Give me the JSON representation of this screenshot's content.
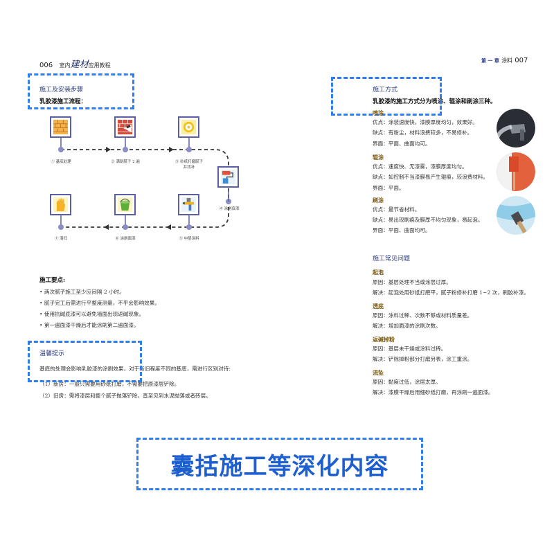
{
  "header": {
    "left_page_number": "006",
    "left_title_pre": "室内",
    "left_title_brand": "建材",
    "left_title_post": "应用教程",
    "right_chapter": "第 一 章",
    "right_title": "涂料",
    "right_page_number": "007"
  },
  "left": {
    "section_title": "施工及安装步骤",
    "flow_title": "乳胶漆施工流程：",
    "steps": [
      "① 基底处理",
      "② 满刮腻子 2 遍",
      "③ 砂纸打磨腻子",
      "并找补",
      "④ 涂刷底漆",
      "⑤ 中层涂料",
      "⑥ 涂刷面漆",
      "⑦ 清扫"
    ],
    "points_title": "施工要点:",
    "points": [
      "• 两次腻子施工至少应间隔 2 小时。",
      "• 腻子完工后需进行平整度测量，不平会影响效果。",
      "• 使用抗碱底漆可以避免墙面出现返碱现象。",
      "• 第一遍面漆干燥后才能涂刷第二遍面漆。"
    ],
    "tip_title": "温馨提示",
    "tip_intro": "基底的处理会影响乳胶漆的涂刷效果，对于新旧程度不同的基底，需进行区别对待:",
    "tip_items": [
      "（1）新房：一般只需要用砂纸打磨，不需要把原漆层铲除。",
      "（2）旧房：需将漆层和整个腻子抛落铲除，直至见到水泥抛落或者砖层。"
    ]
  },
  "right": {
    "method_title": "施工方式",
    "method_summary": "乳胶漆的施工方式分为喷涂、辊涂和刷涂三种。",
    "methods": [
      {
        "name": "喷涂",
        "pros": "优点：涂装速度快，漆膜厚度均匀，效果好。",
        "cons": "缺点：有粉尘，材料浪费较多，不易修补。",
        "surface": "界面：平面、曲面均可。"
      },
      {
        "name": "辊涂",
        "pros": "优点：速度快、无漆雾，漆膜厚度均匀。",
        "cons": "缺点：如控制不当漆膜易产生辊痕，较浪费材料。",
        "surface": "界面：平面。"
      },
      {
        "name": "刷涂",
        "pros": "优点：最节省材料。",
        "cons": "缺点：易出现刷痕及膜厚不均匀现象，易起泡。",
        "surface": "界面：平面、曲面均可。"
      }
    ],
    "problems_title": "施工常见问题",
    "problems": [
      {
        "name": "起泡",
        "cause": "原因：基层处理不当或涂层过厚。",
        "solution": "解决：起泡处用砂纸打磨平，腻子粉修补打磨 1~2 次，刷胶补漆。"
      },
      {
        "name": "透底",
        "cause": "原因：涂料过稀、次数不够或材料质量差。",
        "solution": "解决：增加面漆的涂刷次数。"
      },
      {
        "name": "返碱掉粉",
        "cause": "原因：基层未干燥或涂料过稀。",
        "solution": "解决：铲除掉粉部分打磨另表，涂工重涂。"
      },
      {
        "name": "流坠",
        "cause": "原因：黏度过低，涂层太厚。",
        "solution": "解决：漆膜干燥后用细砂纸打磨，再涂刷一遍面漆。"
      }
    ]
  },
  "banner": {
    "text": "囊括施工等深化内容"
  },
  "colors": {
    "highlight_dash": "#2f7df0",
    "heading_blue": "#2a3a7a",
    "subheading_brown": "#7a5a10",
    "flow_node": "#5b5fa8",
    "banner_text": "#1e5fd0"
  },
  "icons": [
    "brick-wall-icon",
    "putty-wall-icon",
    "sanding-disc-icon",
    "paint-roller-icon",
    "spray-gun-icon",
    "paint-bucket-icon",
    "gloves-icon",
    "spray-photo",
    "roller-photo",
    "brush-photo"
  ]
}
